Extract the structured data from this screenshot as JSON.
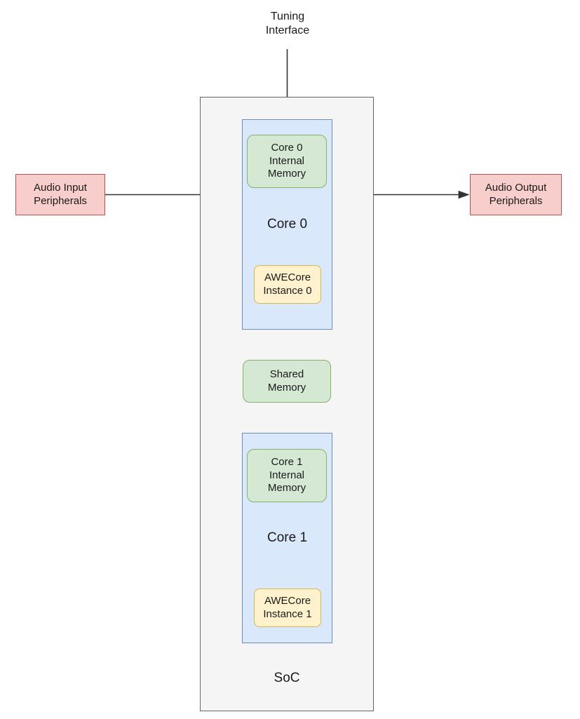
{
  "diagram": {
    "title": "SoC dual-core AWECore audio architecture block diagram",
    "colors": {
      "container_fill": "#f5f5f5",
      "container_stroke": "#666666",
      "core_fill": "#dae8fc",
      "core_stroke": "#6c8ebf",
      "memory_fill": "#d5e8d4",
      "memory_stroke": "#82b366",
      "awecore_fill": "#fff2cc",
      "awecore_stroke": "#d6b656",
      "peripheral_fill": "#f8cecc",
      "peripheral_stroke": "#b85450",
      "edge_stroke": "#333333",
      "page_background": "#ffffff"
    },
    "nodes": {
      "tuning_interface": "Tuning\nInterface",
      "soc": "SoC",
      "audio_input_peripherals": "Audio Input\nPeripherals",
      "audio_output_peripherals": "Audio Output\nPeripherals",
      "core_0": "Core 0",
      "core_1": "Core 1",
      "core_0_internal_memory": "Core 0\nInternal\nMemory",
      "core_1_internal_memory": "Core 1\nInternal\nMemory",
      "shared_memory": "Shared\nMemory",
      "awecore_instance_0": "AWECore\nInstance 0",
      "awecore_instance_1": "AWECore\nInstance 1"
    },
    "edges": [
      {
        "name": "tuning-interface-to-core-0",
        "from": "Tuning Interface",
        "to": "Core 0",
        "direction": "one-way"
      },
      {
        "name": "audio-input-to-core-0",
        "from": "Audio Input Peripherals",
        "to": "Core 0",
        "direction": "one-way"
      },
      {
        "name": "core-0-to-audio-output",
        "from": "Core 0",
        "to": "Audio Output Peripherals",
        "direction": "one-way"
      },
      {
        "name": "core-0-to-shared-memory",
        "from": "Core 0",
        "to": "Shared Memory",
        "direction": "two-way"
      },
      {
        "name": "shared-memory-to-core-1",
        "from": "Shared Memory",
        "to": "Core 1",
        "direction": "two-way"
      }
    ]
  }
}
